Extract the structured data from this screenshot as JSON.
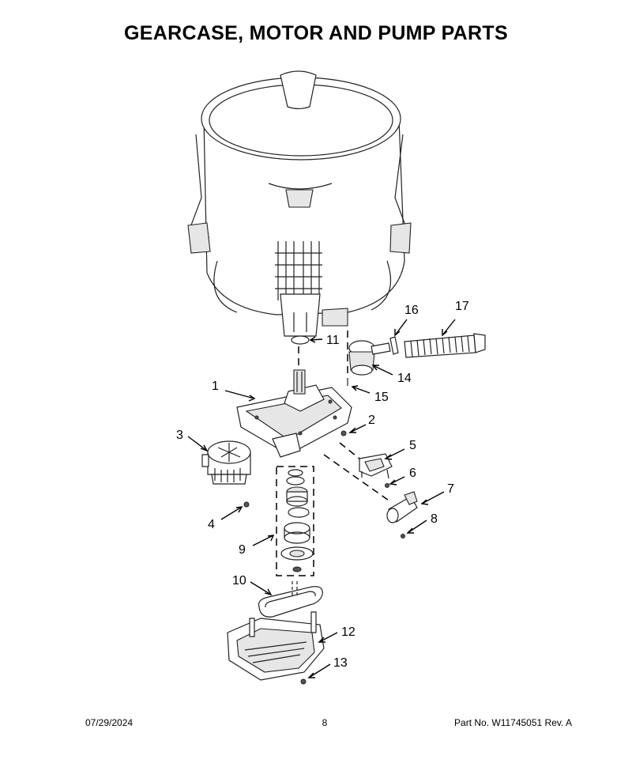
{
  "title": "GEARCASE, MOTOR AND PUMP PARTS",
  "footer": {
    "date": "07/29/2024",
    "page": "8",
    "part_no": "Part No.  W11745051  Rev.  A"
  },
  "callouts": {
    "c1": "1",
    "c2": "2",
    "c3": "3",
    "c4": "4",
    "c5": "5",
    "c6": "6",
    "c7": "7",
    "c8": "8",
    "c9": "9",
    "c10": "10",
    "c11": "11",
    "c12": "12",
    "c13": "13",
    "c14": "14",
    "c15": "15",
    "c16": "16",
    "c17": "17"
  }
}
